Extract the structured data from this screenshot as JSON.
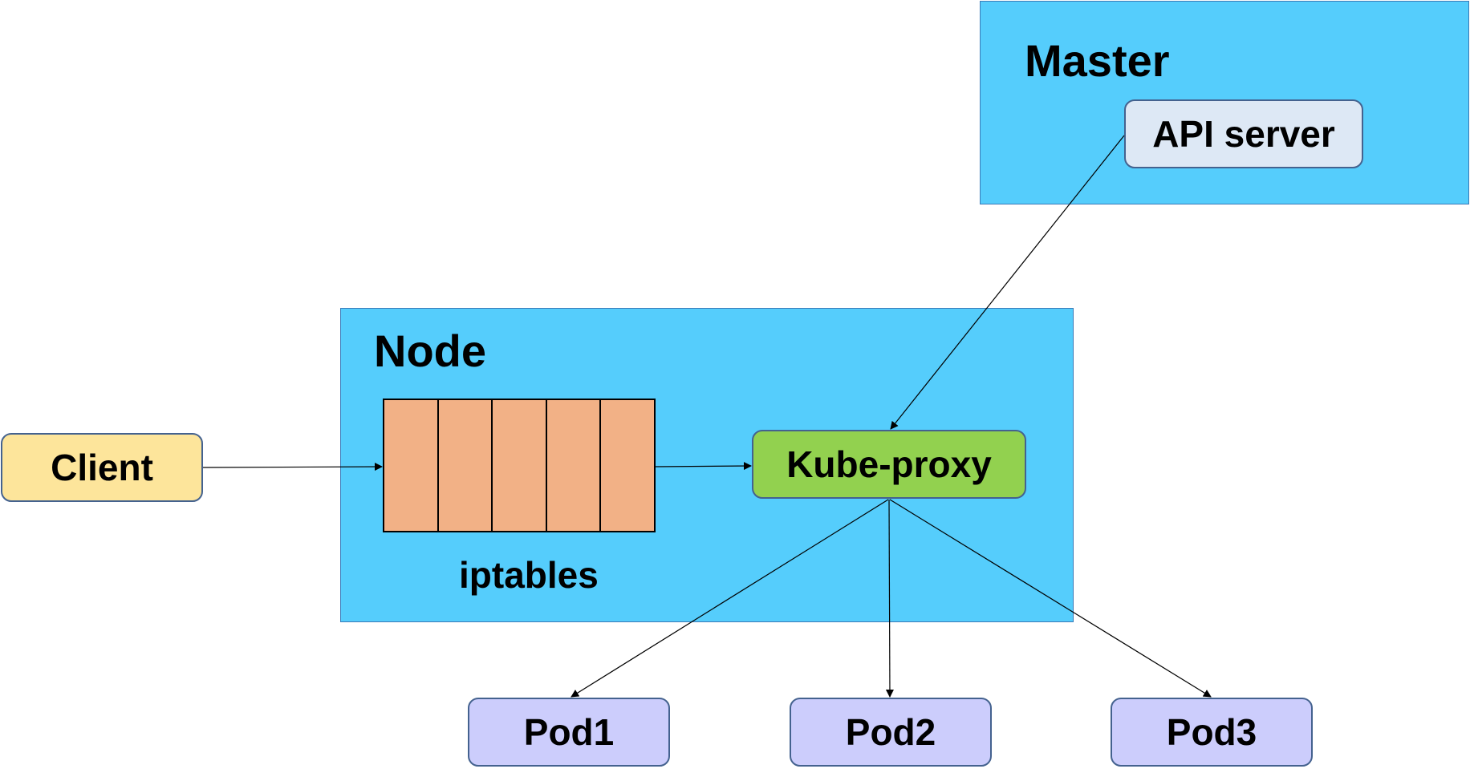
{
  "master": {
    "title": "Master"
  },
  "api_server": {
    "label": "API server"
  },
  "node": {
    "title": "Node"
  },
  "client": {
    "label": "Client"
  },
  "iptables": {
    "label": "iptables",
    "cells": 5
  },
  "kube_proxy": {
    "label": "Kube-proxy"
  },
  "pods": [
    {
      "label": "Pod1"
    },
    {
      "label": "Pod2"
    },
    {
      "label": "Pod3"
    }
  ],
  "colors": {
    "region": "#55cdfc",
    "client": "#fde59b",
    "api_server": "#dde8f5",
    "kube_proxy": "#92d14f",
    "iptables": "#f2b186",
    "pod": "#cccdfc"
  },
  "edges": [
    {
      "from": "client",
      "to": "iptables"
    },
    {
      "from": "iptables",
      "to": "kube-proxy"
    },
    {
      "from": "api-server",
      "to": "kube-proxy"
    },
    {
      "from": "kube-proxy",
      "to": "pod1"
    },
    {
      "from": "kube-proxy",
      "to": "pod2"
    },
    {
      "from": "kube-proxy",
      "to": "pod3"
    }
  ]
}
